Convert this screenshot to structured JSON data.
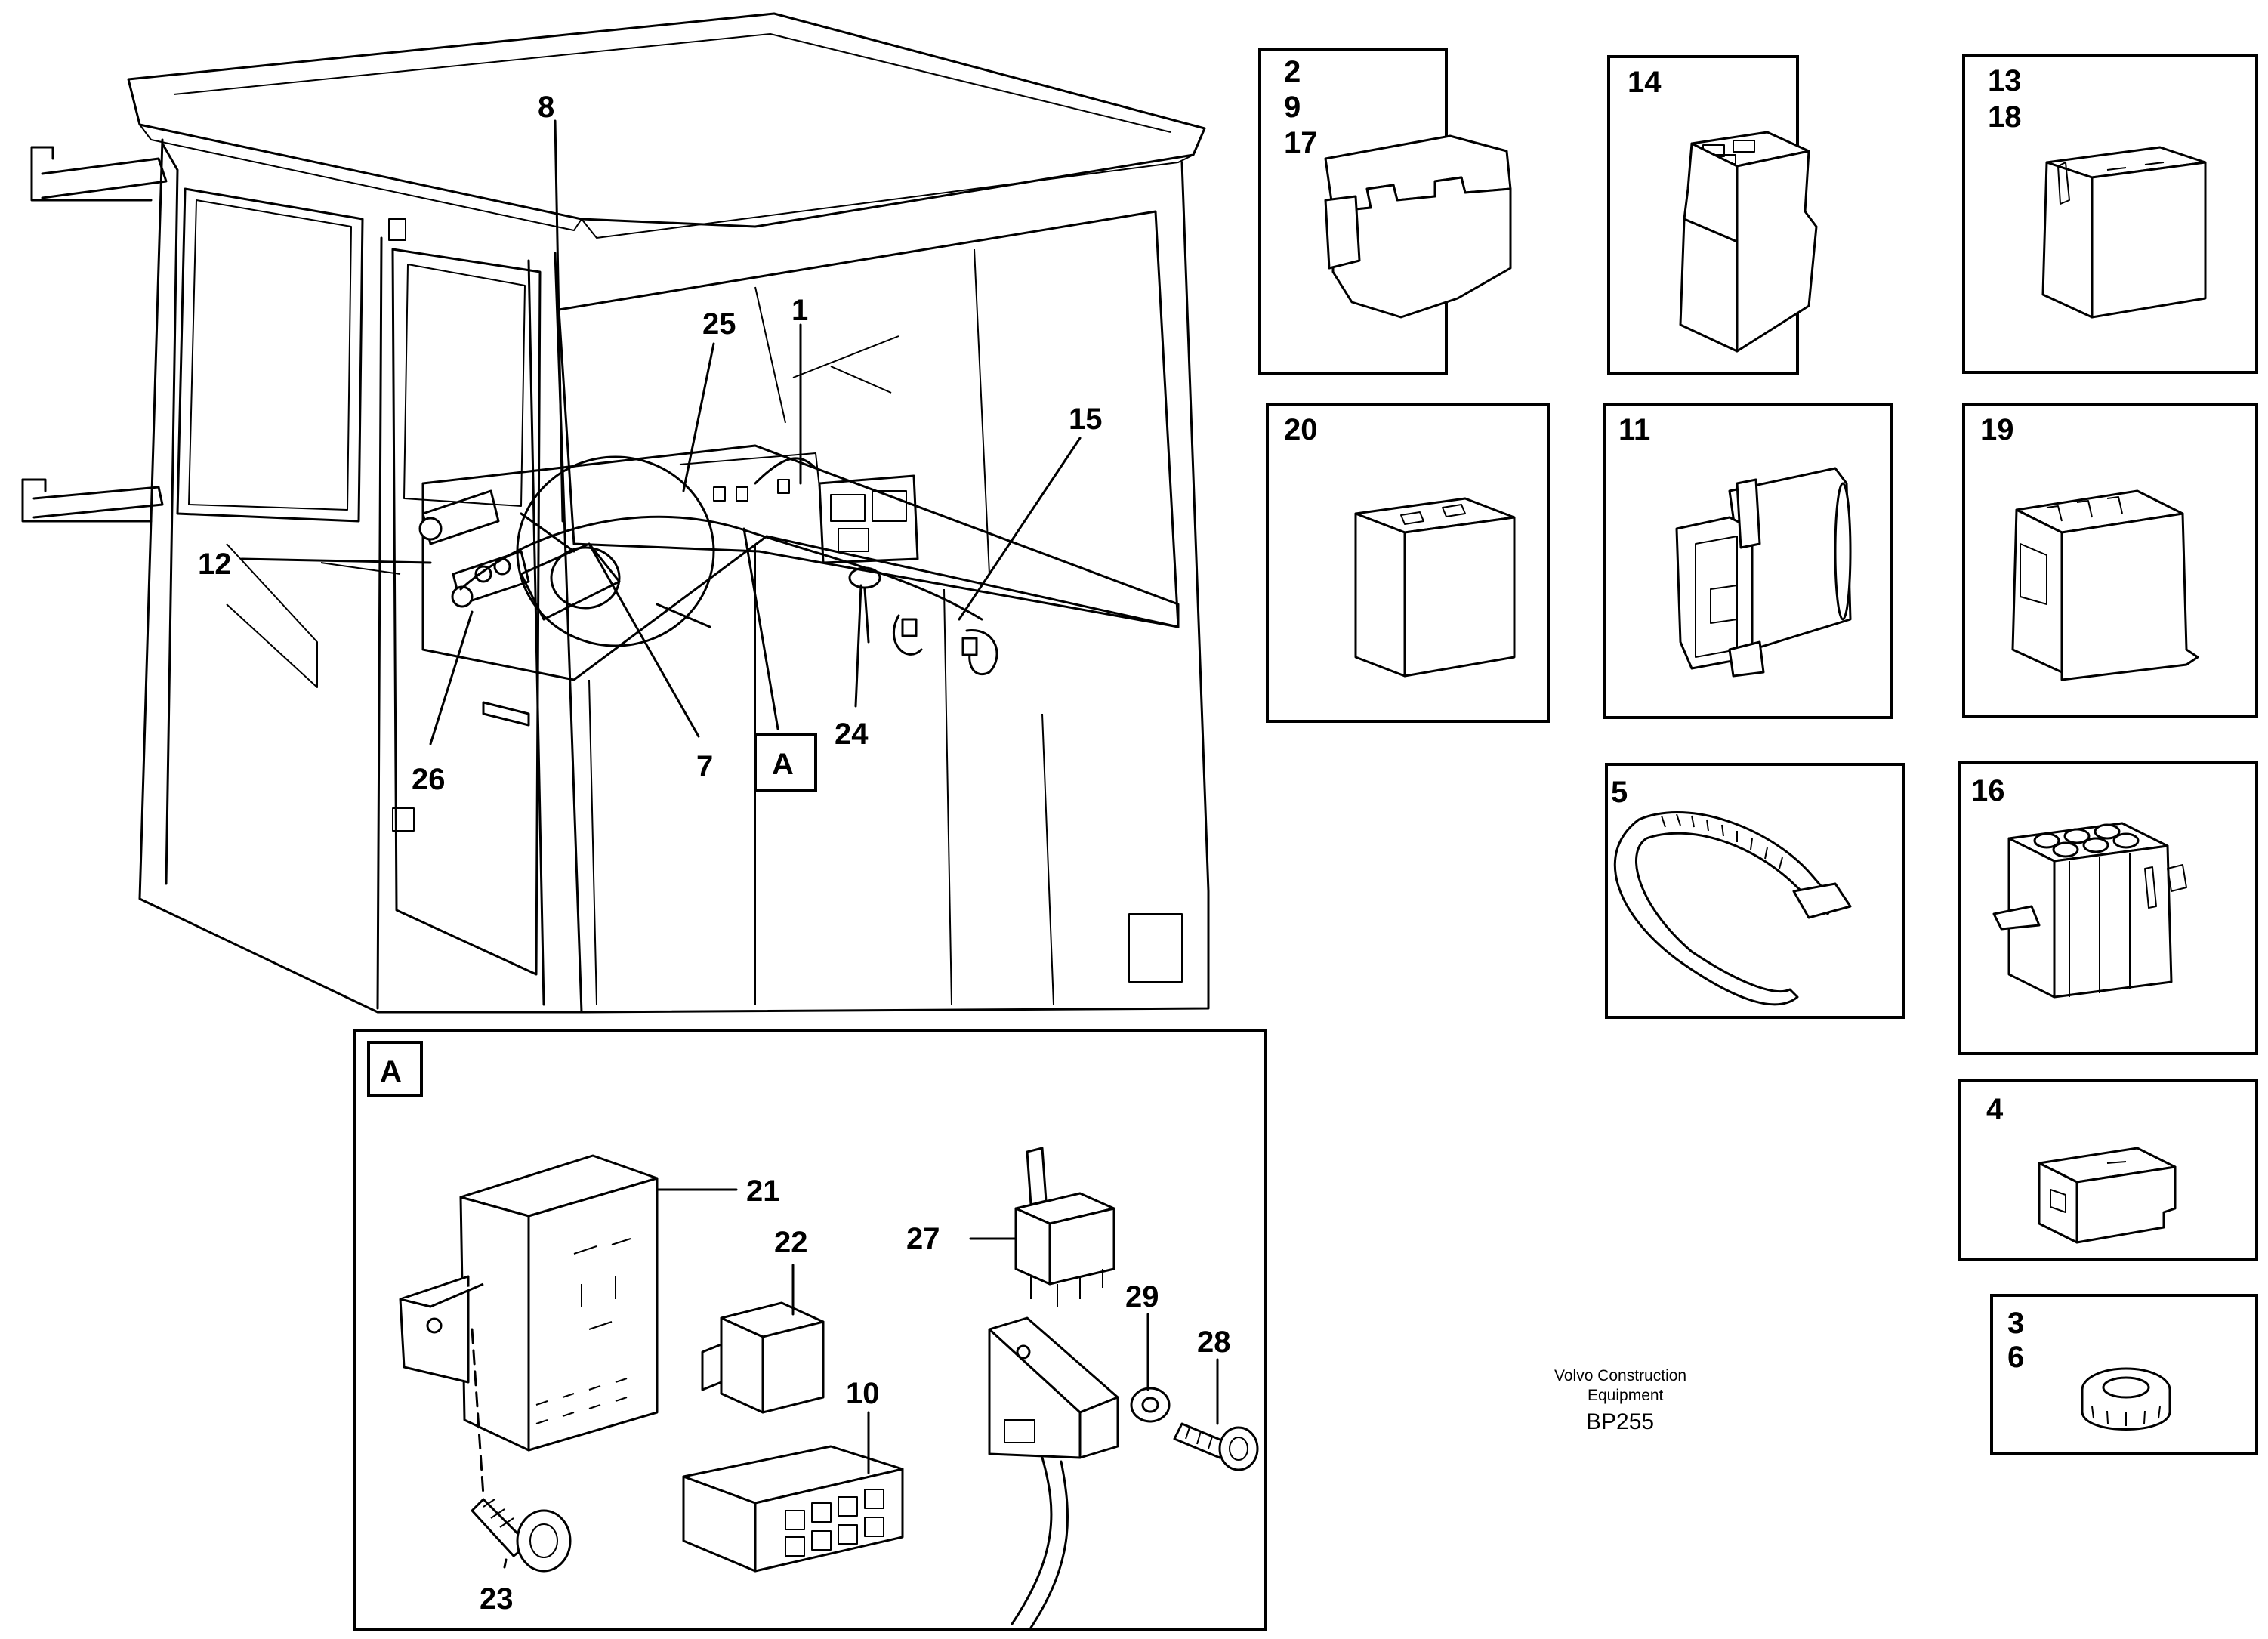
{
  "diagram": {
    "cab_callouts": [
      {
        "key": "c8",
        "label": "8"
      },
      {
        "key": "c25",
        "label": "25"
      },
      {
        "key": "c1",
        "label": "1"
      },
      {
        "key": "c15",
        "label": "15"
      },
      {
        "key": "c12",
        "label": "12"
      },
      {
        "key": "c26",
        "label": "26"
      },
      {
        "key": "c7",
        "label": "7"
      },
      {
        "key": "c24",
        "label": "24"
      }
    ],
    "detail_ref": "A",
    "detail_box": {
      "label": "A",
      "callouts": [
        {
          "key": "c21",
          "label": "21"
        },
        {
          "key": "c22",
          "label": "22"
        },
        {
          "key": "c27",
          "label": "27"
        },
        {
          "key": "c29",
          "label": "29"
        },
        {
          "key": "c28",
          "label": "28"
        },
        {
          "key": "c10",
          "label": "10"
        },
        {
          "key": "c23",
          "label": "23"
        }
      ]
    },
    "part_boxes": [
      {
        "key": "b1",
        "lines": [
          "2",
          "9",
          "17"
        ],
        "icon": "cable-clamp-icon"
      },
      {
        "key": "b2",
        "lines": [
          "14"
        ],
        "icon": "connector-housing-icon"
      },
      {
        "key": "b3",
        "lines": [
          "13",
          "18"
        ],
        "icon": "connector-housing-icon"
      },
      {
        "key": "b4",
        "lines": [
          "20"
        ],
        "icon": "connector-housing-icon"
      },
      {
        "key": "b5",
        "lines": [
          "11"
        ],
        "icon": "connector-housing-icon"
      },
      {
        "key": "b6",
        "lines": [
          "19"
        ],
        "icon": "connector-housing-icon"
      },
      {
        "key": "b7",
        "lines": [
          "5"
        ],
        "icon": "cable-tie-icon"
      },
      {
        "key": "b8",
        "lines": [
          "16"
        ],
        "icon": "multi-pin-connector-icon"
      },
      {
        "key": "b9",
        "lines": [
          "4"
        ],
        "icon": "connector-housing-icon"
      },
      {
        "key": "b10",
        "lines": [
          "3",
          "6"
        ],
        "icon": "grommet-icon"
      }
    ],
    "credit": {
      "line1": "Volvo Construction",
      "line2": "Equipment",
      "code": "BP255"
    }
  }
}
